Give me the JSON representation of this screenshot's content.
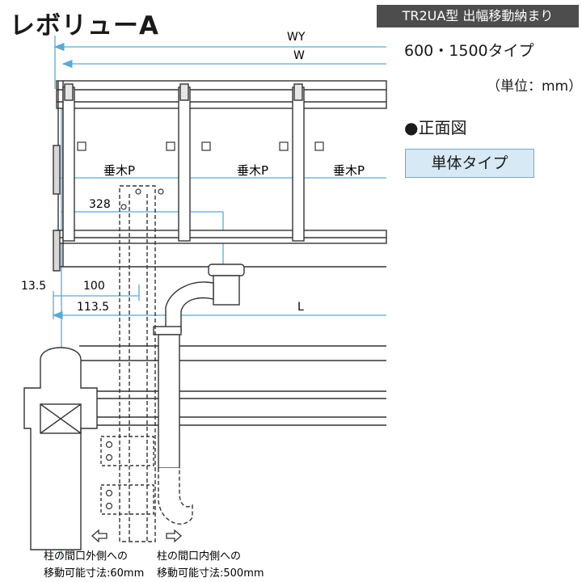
{
  "header": {
    "product_title": "レボリューA",
    "model_badge": "TR2UA型 出幅移動納まり",
    "type_label": "600・1500タイプ",
    "unit_label": "（単位：mm）"
  },
  "view": {
    "title": "●正面図",
    "variant": "単体タイプ"
  },
  "dimensions": {
    "wy": "WY",
    "w": "W",
    "rafter_pitch": "垂木P",
    "d328": "328",
    "d13_5": "13.5",
    "d100": "100",
    "d113_5": "113.5",
    "l": "L"
  },
  "notes": {
    "outer_line1": "柱の間口外側への",
    "outer_line2": "移動可能寸法:60mm",
    "inner_line1": "柱の間口内側への",
    "inner_line2": "移動可能寸法:500mm"
  },
  "colors": {
    "badge_bg": "#4d4d4d",
    "variant_bg": "#d6e9f5",
    "dimension_line": "#5aa9d6",
    "drawing_line": "#333333"
  }
}
